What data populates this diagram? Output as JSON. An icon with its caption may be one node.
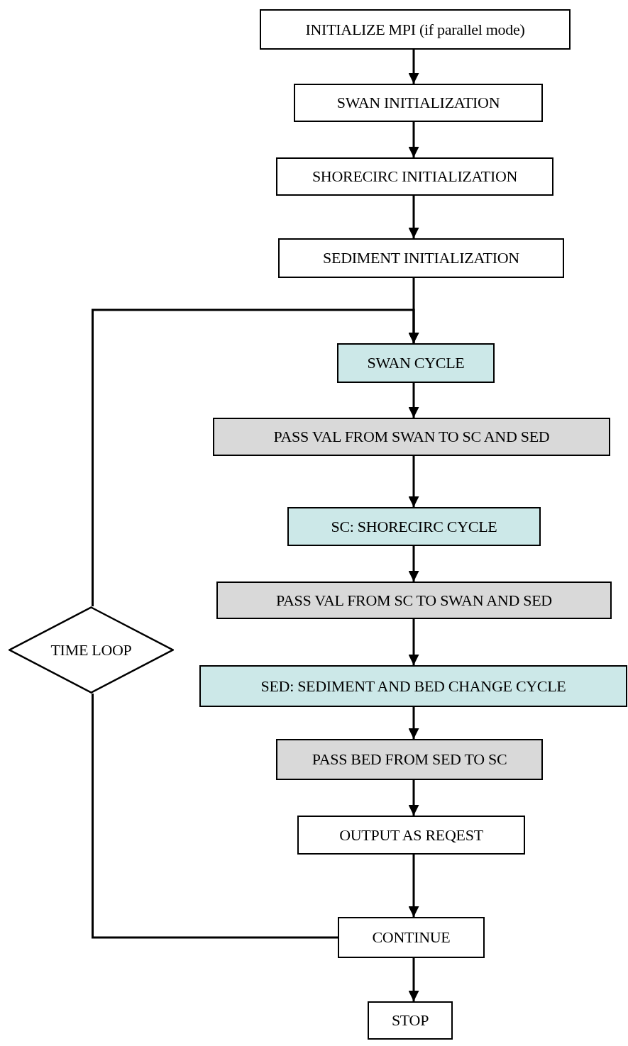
{
  "diagram": {
    "nodes": [
      {
        "text": [
          "INITIALIZE MPI (if parallel mode)"
        ]
      },
      {
        "text": [
          "SWAN INITIALIZATION"
        ]
      },
      {
        "text": [
          "SHORECIRC INITIALIZATION"
        ]
      },
      {
        "text": [
          "SEDIMENT INITIALIZATION"
        ]
      },
      {
        "text": [
          "SWAN CYCLE"
        ]
      },
      {
        "text": [
          "PASS VAL FROM SWAN TO SC AND SED"
        ]
      },
      {
        "text": [
          "SC: SHORECIRC CYCLE"
        ]
      },
      {
        "text": [
          "PASS VAL FROM SC TO SWAN AND SED"
        ]
      },
      {
        "text": [
          "SED: SEDIMENT AND BED CHANGE CYCLE"
        ]
      },
      {
        "text": [
          "PASS BED FROM SED TO SC"
        ]
      },
      {
        "text": [
          "OUTPUT AS REQEST"
        ]
      },
      {
        "text": [
          "CONTINUE"
        ]
      },
      {
        "text": [
          "STOP"
        ]
      },
      {
        "text": [
          "TIME LOOP"
        ]
      }
    ],
    "edges": [
      {
        "from": 0,
        "to": 1,
        "arrow": "to"
      },
      {
        "from": 1,
        "to": 2,
        "arrow": "to"
      },
      {
        "from": 2,
        "to": 3,
        "arrow": "to"
      },
      {
        "from": 3,
        "to": 4,
        "arrow": "to"
      },
      {
        "from": 4,
        "to": 5,
        "arrow": "to"
      },
      {
        "from": 5,
        "to": 6,
        "arrow": "to"
      },
      {
        "from": 6,
        "to": 7,
        "arrow": "to"
      },
      {
        "from": 7,
        "to": 8,
        "arrow": "to"
      },
      {
        "from": 8,
        "to": 9,
        "arrow": "to"
      },
      {
        "from": 9,
        "to": 10,
        "arrow": "to"
      },
      {
        "from": 10,
        "to": 11,
        "arrow": "to"
      },
      {
        "from": 11,
        "to": 12,
        "arrow": "to"
      },
      {
        "from": 11,
        "to": 13,
        "arrow": "none"
      },
      {
        "from": 13,
        "to": 4,
        "arrow": "to"
      }
    ]
  }
}
